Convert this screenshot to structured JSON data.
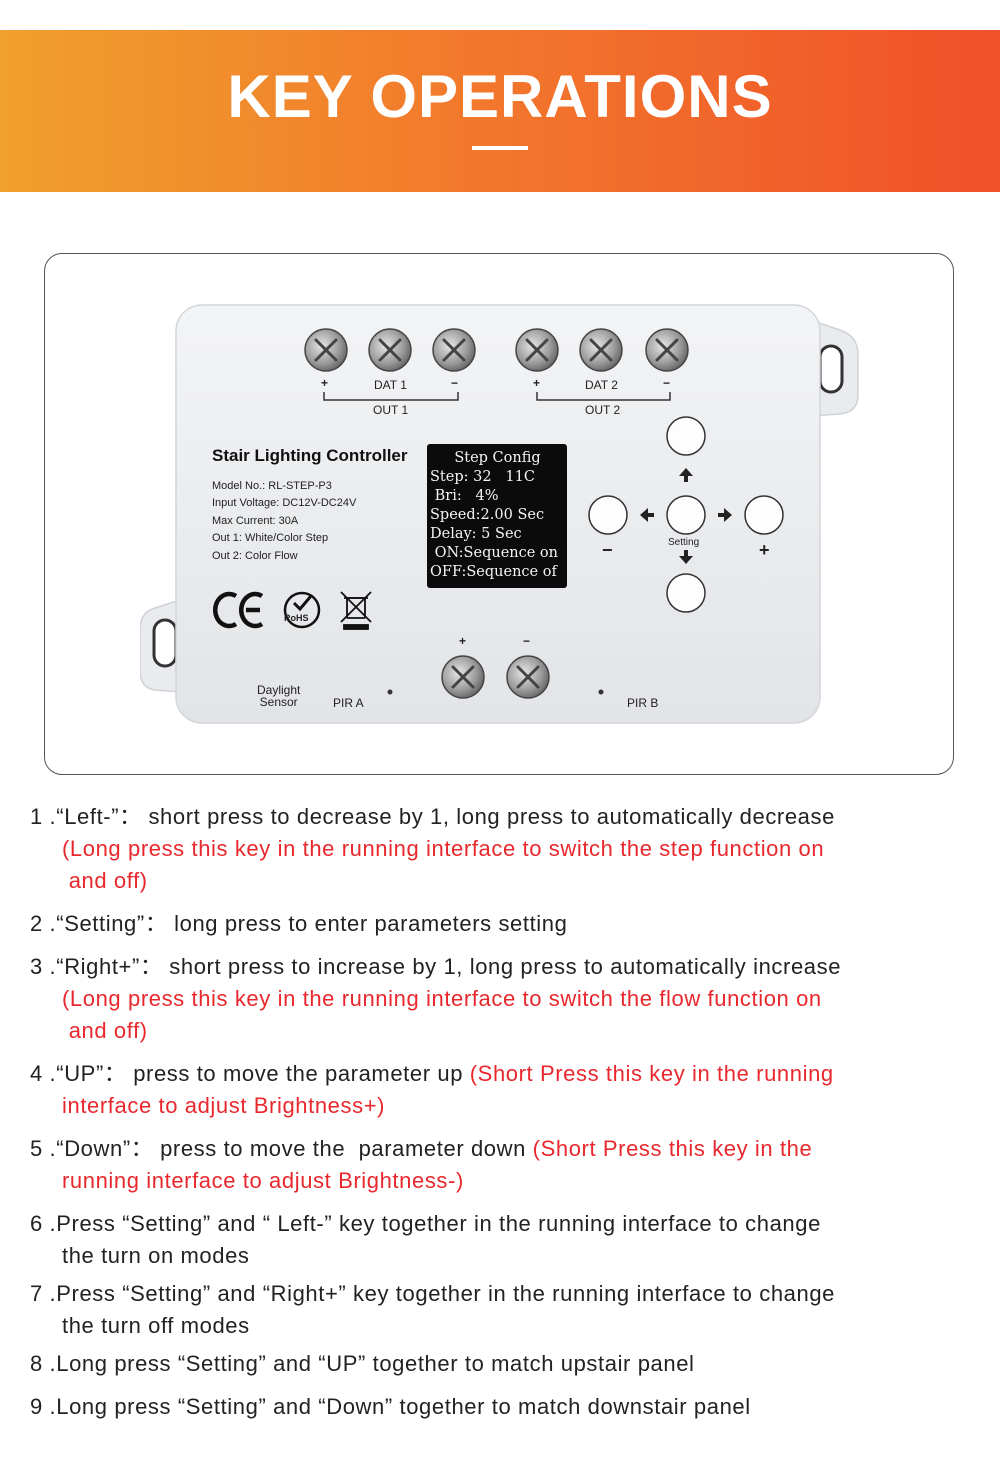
{
  "banner": {
    "title": "KEY OPERATIONS"
  },
  "device": {
    "title": "Stair Lighting Controller",
    "specs": [
      "Model No.: RL-STEP-P3",
      "Input Voltage: DC12V-DC24V",
      "Max Current: 30A",
      "Out 1: White/Color Step",
      "Out 2: Color Flow"
    ],
    "out1": {
      "plus": "+",
      "dat": "DAT 1",
      "minus": "−",
      "name": "OUT 1"
    },
    "out2": {
      "plus": "+",
      "dat": "DAT 2",
      "minus": "−",
      "name": "OUT 2"
    },
    "power": {
      "plus": "+",
      "minus": "−"
    },
    "lcd": [
      "Step Config",
      "Step: 32   11C",
      " Bri:   4%",
      "Speed:2.00 Sec",
      "Delay: 5 Sec",
      " ON:Sequence on",
      "OFF:Sequence of"
    ],
    "setting_label": "Setting",
    "minus_label": "−",
    "plus_label": "+",
    "daylight_label_1": "Daylight",
    "daylight_label_2": "Sensor",
    "pir_a": "PIR A",
    "pir_b": "PIR B",
    "ce": "CE",
    "rohs": "RoHS",
    "icons": [
      "up-arrow-icon",
      "down-arrow-icon",
      "left-arrow-icon",
      "right-arrow-icon",
      "ce-mark-icon",
      "rohs-icon",
      "weee-bin-icon",
      "screw-terminal-icon"
    ]
  },
  "instructions": [
    {
      "num": "1 .",
      "key": "“Left-”",
      "sep": "：",
      "text": " short press to decrease by 1, long press to automatically decrease",
      "red": "(Long press this key in the running interface to switch the step function on",
      "red2": " and off)"
    },
    {
      "num": "2 .",
      "key": "“Setting”",
      "sep": "：",
      "text": " long press to enter parameters setting"
    },
    {
      "num": "3 .",
      "key": "“Right+”",
      "sep": "：",
      "text": " short press to increase by 1, long press to automatically increase",
      "red": "(Long press this key in the running interface to switch the flow function on",
      "red2": " and off)"
    },
    {
      "num": "4 .",
      "key": "“UP”",
      "sep": "：",
      "text": " press to move the parameter up ",
      "red_inline": "(Short Press this key in the running",
      "red": "interface to adjust Brightness+)"
    },
    {
      "num": "5 .",
      "key": "“Down”",
      "sep": "：",
      "text": " press to move the  parameter down ",
      "red_inline": "(Short Press this key in the",
      "red": "running interface to adjust Brightness-)"
    },
    {
      "num": "6 .",
      "text": "Press “Setting” and “ Left-” key together in the running interface to change",
      "text2": "the turn on modes"
    },
    {
      "num": "7 .",
      "text": "Press “Setting” and “Right+” key together in the running interface to change",
      "text2": "the turn off modes"
    },
    {
      "num": "8 .",
      "text": "Long press “Setting” and “UP” together to match upstair panel"
    },
    {
      "num": "9 .",
      "text": "Long press “Setting” and “Down” together to match downstair panel"
    }
  ]
}
